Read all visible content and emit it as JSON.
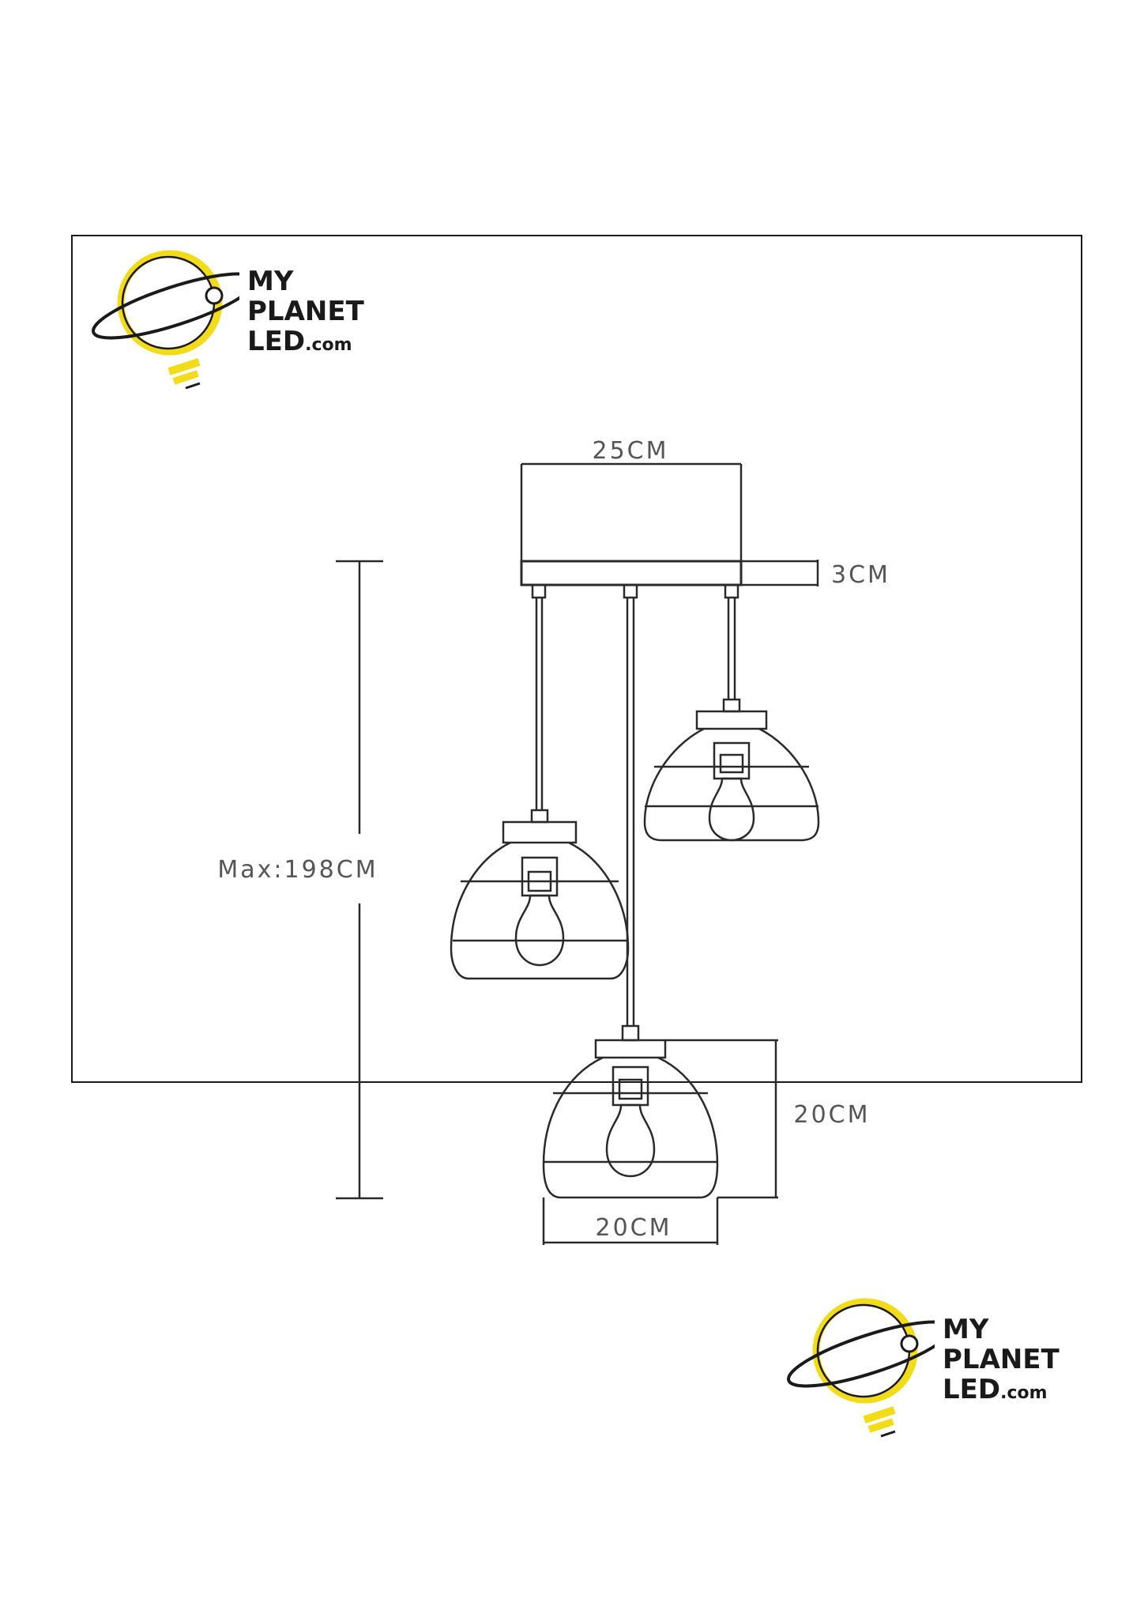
{
  "brand": {
    "line1": "MY",
    "line2": "PLANET",
    "line3_main": "LED",
    "line3_suffix": ".com",
    "colors": {
      "yellow": "#f2dc1a",
      "dark": "#1a1a1a"
    },
    "icon": "planet-bulb-icon"
  },
  "dimensions": {
    "canopy_width": "25CM",
    "canopy_height": "3CM",
    "max_height": "Max:198CM",
    "shade_height": "20CM",
    "shade_width": "20CM"
  },
  "colors": {
    "line": "#2a2a2a",
    "label": "#555555"
  }
}
